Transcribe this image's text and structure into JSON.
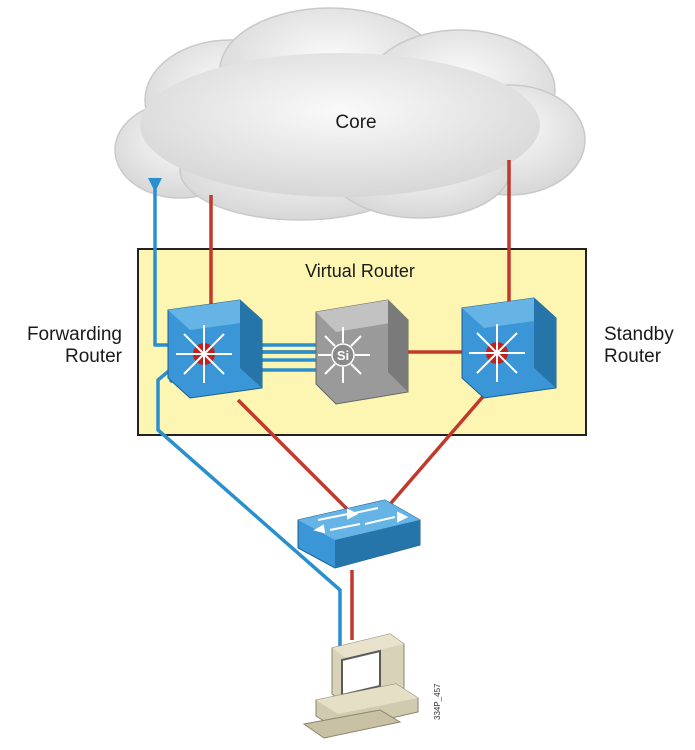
{
  "labels": {
    "cloud": "Core",
    "virtual_router": "Virtual Router",
    "forwarding_router_line1": "Forwarding",
    "forwarding_router_line2": "Router",
    "standby_router_line1": "Standby",
    "standby_router_line2": "Router",
    "figure_code": "334P_457",
    "switch_glyph": "Si"
  },
  "colors": {
    "active_path": "#2a8fcf",
    "link": "#c0392b",
    "virtual_router_box": "#fdf6b2",
    "router_blue": "#3a96d6",
    "cloud": "#eeeeee"
  }
}
